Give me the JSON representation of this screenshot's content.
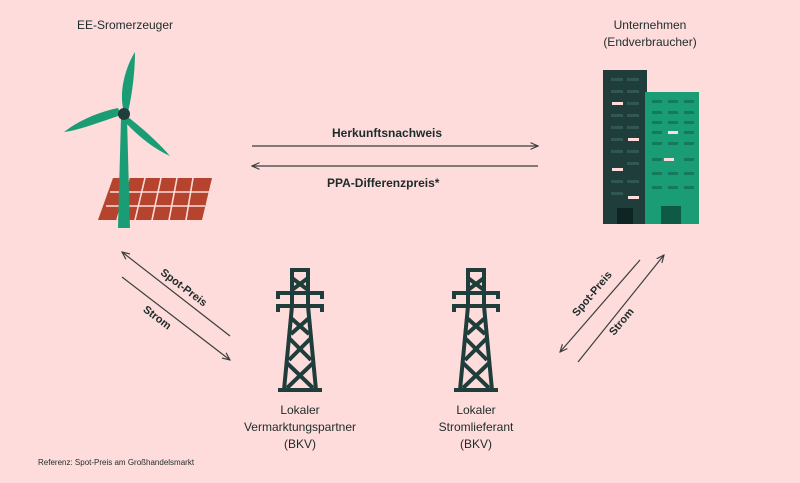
{
  "nodes": {
    "producer": {
      "label": "EE-Sromerzeuger"
    },
    "consumer": {
      "line1": "Unternehmen",
      "line2": "(Endverbraucher)"
    },
    "marketer": {
      "line1": "Lokaler",
      "line2": "Vermarktungspartner",
      "line3": "(BKV)"
    },
    "supplier": {
      "line1": "Lokaler",
      "line2": "Stromlieferant",
      "line3": "(BKV)"
    }
  },
  "flows": {
    "top_right": "Herkunftsnachweis",
    "top_left": "PPA-Differenzpreis*",
    "left_spot": "Spot-Preis",
    "left_power": "Strom",
    "right_spot": "Spot-Preis",
    "right_power": "Strom"
  },
  "footnote": "Referenz: Spot-Preis am Großhandelsmarkt",
  "colors": {
    "background": "#fddcdb",
    "green": "#1a9c74",
    "dark_teal": "#1f3d3a",
    "solar_red": "#b5432d",
    "arrow": "#3a3f3e"
  }
}
